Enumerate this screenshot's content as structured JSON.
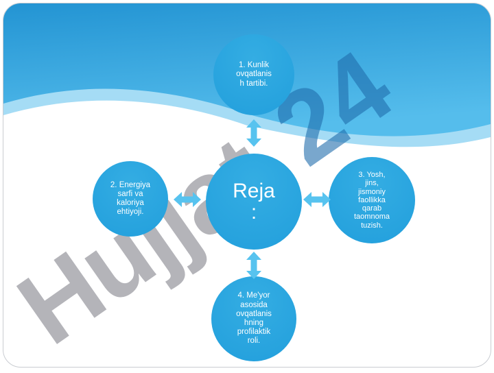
{
  "slide": {
    "watermark": {
      "text_gray": "Hujjat",
      "text_blue": "24"
    },
    "diagram": {
      "center": {
        "lines": [
          "Reja",
          ":"
        ]
      },
      "nodes": [
        {
          "id": "top",
          "lines": [
            "1. Kunlik",
            "ovqatlanis",
            "h tartibi."
          ]
        },
        {
          "id": "left",
          "lines": [
            "2. Energiya",
            "sarfi va",
            "kaloriya",
            "ehtiyoji."
          ]
        },
        {
          "id": "right",
          "lines": [
            "3. Yosh,",
            "jins,",
            "jismoniy",
            "faollikka",
            "qarab",
            "taomnoma",
            "tuzish."
          ]
        },
        {
          "id": "bottom",
          "lines": [
            "4. Me'yor",
            "asosida",
            "ovqatlanis",
            "hning",
            "profilaktik",
            "roli."
          ]
        }
      ]
    },
    "colors": {
      "circle_blue": "#2BA7E0",
      "arrow_blue": "#57C3EF",
      "header_blue_dark": "#2394D3",
      "header_blue_light": "#55BDEC",
      "header_wave_light": "#A5DCF5",
      "watermark_gray": "#8C8C94",
      "watermark_blue": "#3E7FB5",
      "text_white": "#FFFFFF"
    }
  }
}
